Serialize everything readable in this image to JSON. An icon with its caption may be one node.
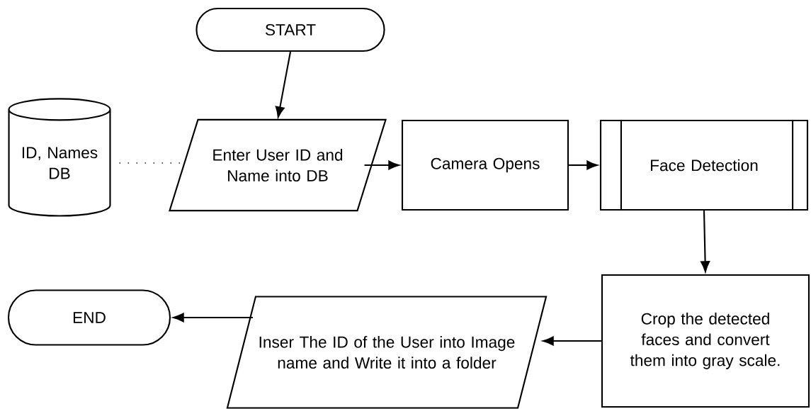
{
  "diagram": {
    "nodes": [
      {
        "text": [
          "START"
        ]
      },
      {
        "text": [
          "ID, Names DB"
        ]
      },
      {
        "text": [
          "Enter User ID and Name into DB"
        ]
      },
      {
        "text": [
          "Camera Opens"
        ]
      },
      {
        "text": [
          "Face Detection"
        ]
      },
      {
        "text": [
          "Crop the detected faces and convert them into gray scale."
        ]
      },
      {
        "text": [
          "Inser The ID of the User into Image name and Write it into a folder"
        ]
      },
      {
        "text": [
          "END"
        ]
      }
    ],
    "edges": [
      {
        "from": 0,
        "to": 2,
        "arrow": "to"
      },
      {
        "from": 1,
        "to": 2,
        "arrow": "none",
        "style": "dashed"
      },
      {
        "from": 2,
        "to": 3,
        "arrow": "to"
      },
      {
        "from": 3,
        "to": 4,
        "arrow": "to"
      },
      {
        "from": 4,
        "to": 5,
        "arrow": "to"
      },
      {
        "from": 5,
        "to": 6,
        "arrow": "to"
      },
      {
        "from": 6,
        "to": 7,
        "arrow": "to"
      }
    ]
  }
}
